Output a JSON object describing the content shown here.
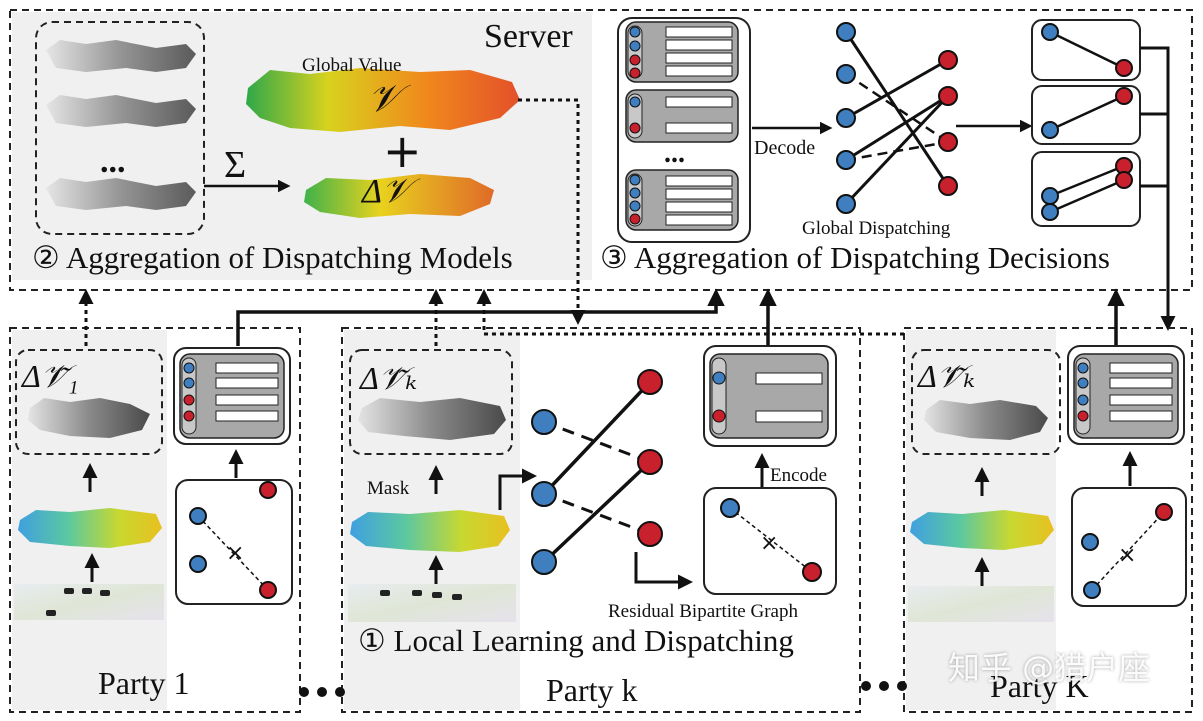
{
  "server": {
    "title": "Server",
    "aggregation_models_label": "② Aggregation of Dispatching Models",
    "aggregation_decisions_label": "③ Aggregation of Dispatching Decisions",
    "global_value_label": "Global Value",
    "global_value_symbol": "𝒱",
    "plus_symbol": "+",
    "delta_symbol": "Δ𝒱",
    "sum_symbol": "Σ",
    "ellipsis": "...",
    "decode_label": "Decode",
    "global_dispatching_label": "Global Dispatching"
  },
  "parties": {
    "party1": {
      "label": "Party 1",
      "delta_label": "Δ𝒱̃₁"
    },
    "partyk": {
      "label": "Party k",
      "delta_label": "Δ𝒱̃ₖ",
      "mask_label": "Mask",
      "encode_label": "Encode",
      "residual_label": "Residual Bipartite Graph",
      "local_label": "① Local Learning and Dispatching"
    },
    "partyK": {
      "label": "Party K",
      "delta_label": "Δ𝒱̃ₖ"
    },
    "separator": "• • •"
  },
  "watermark": "知乎 @猎户座",
  "colors": {
    "node_blue": "#3f7fc0",
    "node_red": "#c8202c",
    "panel_gray": "#f0f0f0",
    "block_gray": "#a8a8a8"
  }
}
